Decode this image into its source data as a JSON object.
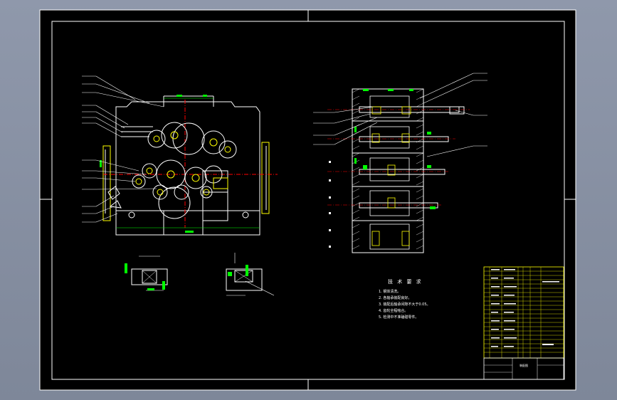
{
  "drawing": {
    "colors": {
      "viewport_bg": "#8a93a6",
      "sheet_bg": "#000000",
      "border": "#ffffff",
      "outline_white": "#ffffff",
      "green": "#00ff00",
      "yellow": "#ffff00",
      "cyan": "#00ffff",
      "red": "#ff0000",
      "magenta": "#ff00ff"
    },
    "technical_requirements": {
      "title": "技 术 要 求",
      "items": [
        "1. 钢体清洗。",
        "2. 各轴承装配良好。",
        "3. 装配后轴承间隙不大于0.05。",
        "4. 齿轮全程啮合。",
        "5. 检测中不准磕碰零件。"
      ]
    },
    "title_block": {
      "drawing_name": "装配图"
    }
  }
}
